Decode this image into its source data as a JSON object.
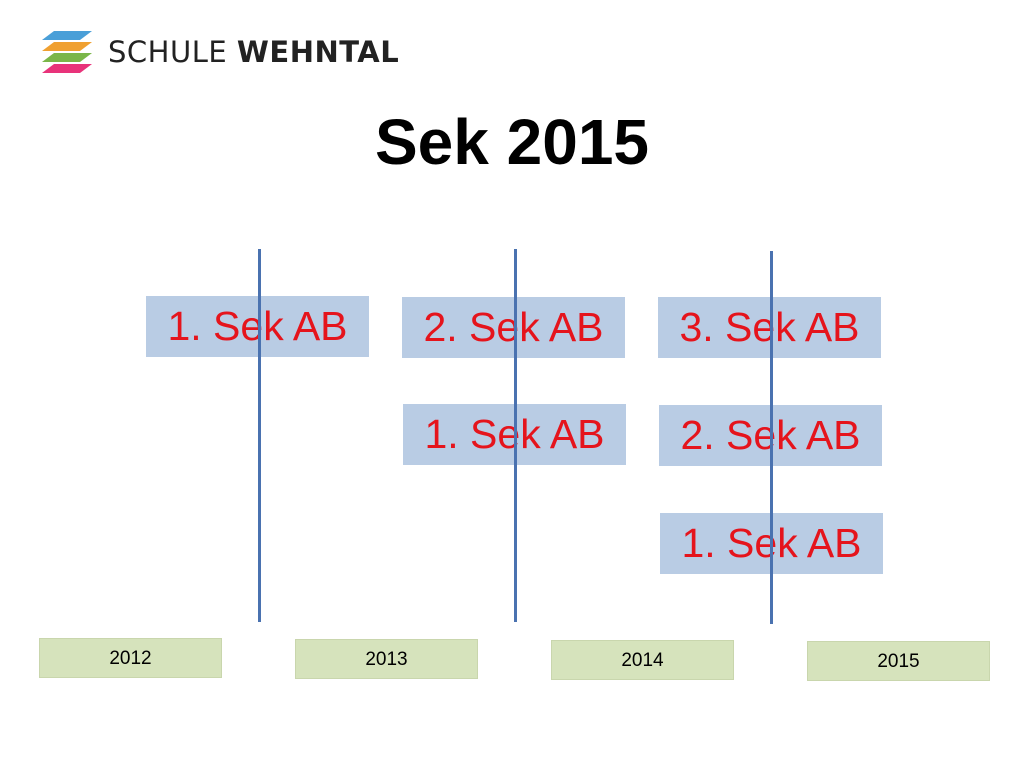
{
  "logo": {
    "text_light": "SCHULE",
    "text_bold": "WEHNTAL",
    "layer_colors": [
      "#4a9fd8",
      "#f0a030",
      "#7ab648",
      "#e8337a"
    ]
  },
  "title": "Sek 2015",
  "colors": {
    "timeline_line": "#4a72b0",
    "class_box_fill": "#b9cce4",
    "class_box_text": "#e5141c",
    "year_box_fill": "#d6e3bc"
  },
  "years": [
    "2012",
    "2013",
    "2014",
    "2015"
  ],
  "columns": [
    {
      "classes": [
        "1. Sek AB"
      ]
    },
    {
      "classes": [
        "2. Sek AB",
        "1. Sek AB"
      ]
    },
    {
      "classes": [
        "3. Sek AB",
        "2. Sek AB",
        "1. Sek AB"
      ]
    }
  ]
}
